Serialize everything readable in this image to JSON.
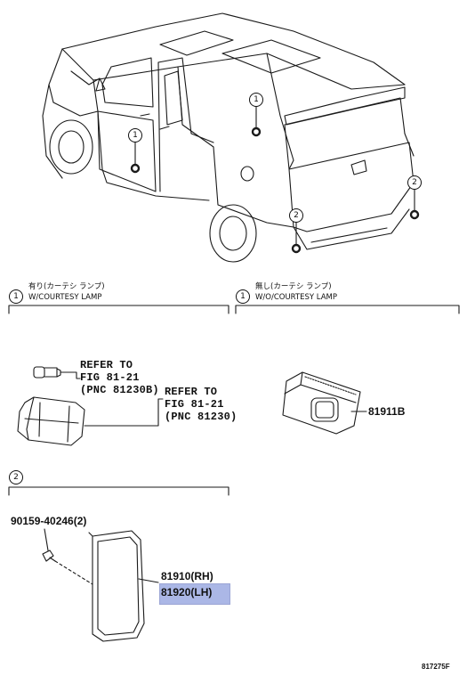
{
  "vehicle_callouts": [
    {
      "num": "1"
    },
    {
      "num": "1"
    },
    {
      "num": "2"
    },
    {
      "num": "2"
    }
  ],
  "sections": {
    "left": {
      "num": "1",
      "jp": "有り(カーテシ ランプ)",
      "en": "W/COURTESY LAMP"
    },
    "right": {
      "num": "1",
      "jp": "無し(カーテシ ランプ)",
      "en": "W/O/COURTESY LAMP"
    },
    "lower": {
      "num": "2"
    }
  },
  "refs": {
    "ref1": [
      "REFER TO",
      "FIG 81-21",
      "(PNC 81230B)"
    ],
    "ref2": [
      "REFER TO",
      "FIG 81-21",
      "(PNC 81230)"
    ]
  },
  "parts": {
    "p81911B": "81911B",
    "screw": "90159-40246(2)",
    "rh": "81910(RH)",
    "lh": "81920(LH)"
  },
  "highlight_color": "#8fa0de",
  "figure_id": "817275F"
}
